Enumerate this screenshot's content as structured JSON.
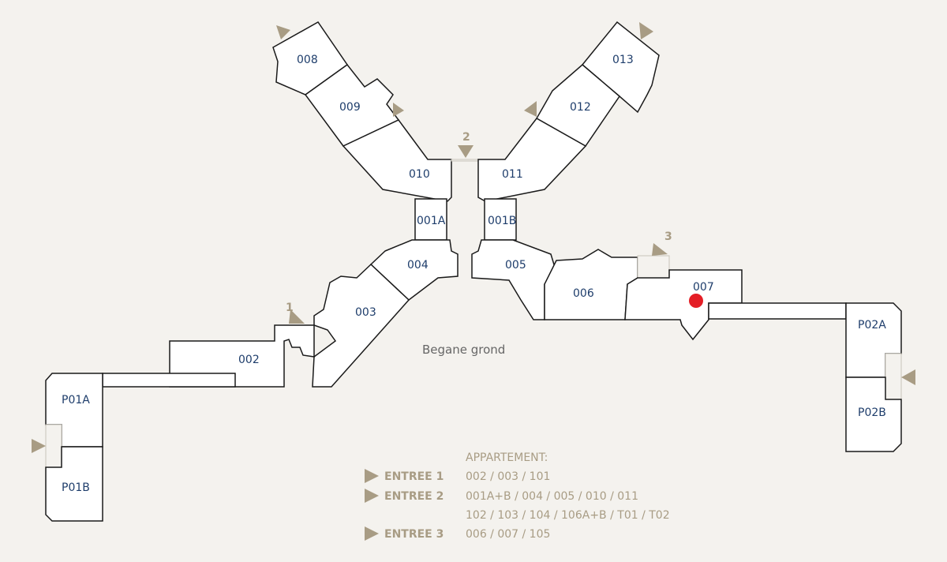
{
  "floor_label": "Begane grond",
  "units": {
    "u008": "008",
    "u009": "009",
    "u010": "010",
    "u011": "011",
    "u012": "012",
    "u013": "013",
    "u001A": "001A",
    "u001B": "001B",
    "u004": "004",
    "u005": "005",
    "u003": "003",
    "u002": "002",
    "u006": "006",
    "u007": "007",
    "uP01A": "P01A",
    "uP01B": "P01B",
    "uP02A": "P02A",
    "uP02B": "P02B"
  },
  "entrance_markers": {
    "e1": "1",
    "e2": "2",
    "e3": "3"
  },
  "marker": {
    "color": "#e41e26",
    "unit": "007"
  },
  "colors": {
    "accent": "#a89c84",
    "unit_label": "#1e3d6b",
    "background": "#f4f2ee"
  },
  "legend": {
    "header": "APPARTEMENT:",
    "entries": [
      {
        "label": "ENTREE 1",
        "lines": [
          "002 / 003 / 101"
        ]
      },
      {
        "label": "ENTREE 2",
        "lines": [
          "001A+B / 004 / 005 / 010 / 011",
          "102 / 103 / 104 / 106A+B / T01 / T02"
        ]
      },
      {
        "label": "ENTREE 3",
        "lines": [
          "006 / 007 / 105"
        ]
      }
    ]
  }
}
